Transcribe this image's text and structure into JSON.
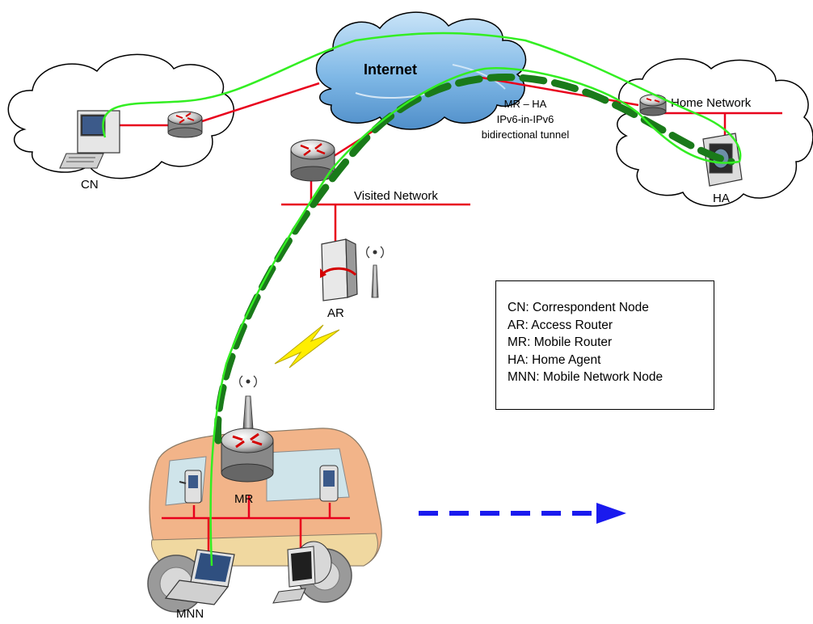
{
  "labels": {
    "internet": "Internet",
    "cn": "CN",
    "ha": "HA",
    "ar": "AR",
    "mr": "MR",
    "mnn": "MNN",
    "home_network": "Home Network",
    "visited_network": "Visited Network",
    "tunnel_line1": "MR – HA",
    "tunnel_line2": "IPv6-in-IPv6",
    "tunnel_line3": "bidirectional tunnel"
  },
  "legend": [
    "CN: Correspondent Node",
    "AR: Access Router",
    "MR: Mobile Router",
    "HA: Home Agent",
    "MNN: Mobile Network Node"
  ],
  "colors": {
    "link_line": "#e8001c",
    "route_path": "#33ee22",
    "tunnel": "#1a7a1a",
    "movement_arrow": "#1a1aee",
    "wireless_bolt": "#ffee00",
    "cloud_internet": "#8fc4ee"
  }
}
